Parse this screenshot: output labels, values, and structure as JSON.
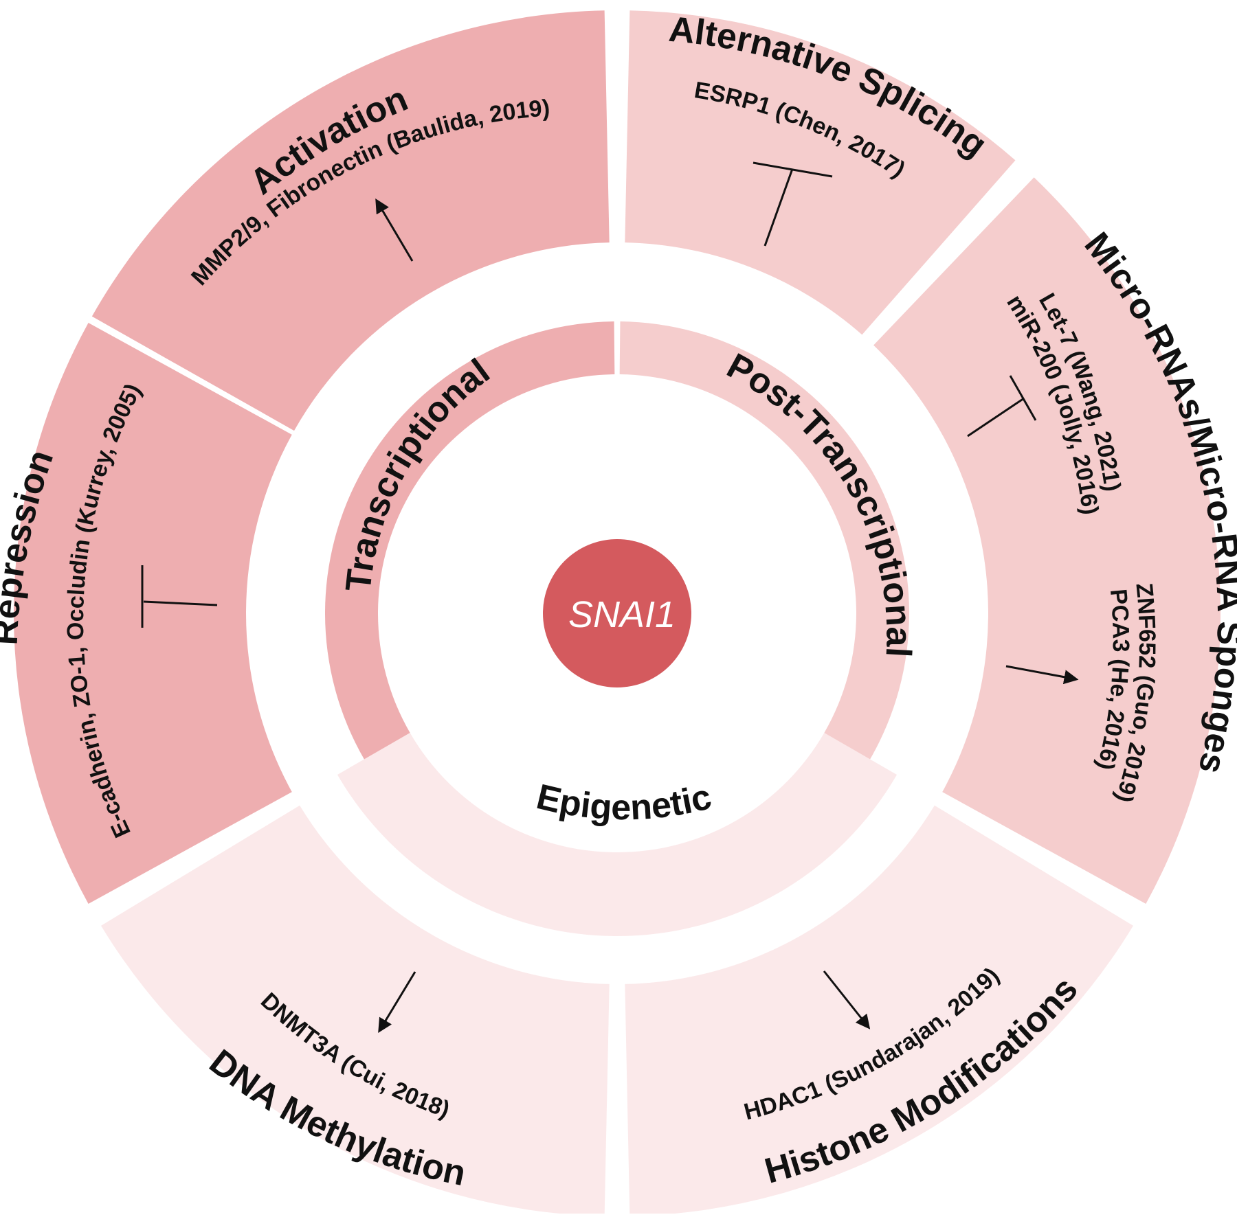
{
  "center": {
    "label": "SNAI1",
    "color": "#d45a5e"
  },
  "colors": {
    "strong": "#eeaeb0",
    "medium": "#f5cdcd",
    "light": "#fbe9ea",
    "ink": "#111111"
  },
  "inner_categories": [
    {
      "id": "transcriptional",
      "label": "Transcriptional",
      "shade": "strong"
    },
    {
      "id": "post-transcriptional",
      "label": "Post-Transcriptional",
      "shade": "medium"
    },
    {
      "id": "epigenetic",
      "label": "Epigenetic",
      "shade": "light"
    }
  ],
  "outer_segments": [
    {
      "id": "activation",
      "title": "Activation",
      "shade": "strong",
      "effect": "arrow",
      "refs": [
        "MMP2/9, Fibronectin (Baulida, 2019)"
      ]
    },
    {
      "id": "alternative-splicing",
      "title": "Alternative Splicing",
      "shade": "medium",
      "effect": "inhibit",
      "refs": [
        "ESRP1 (Chen, 2017)"
      ]
    },
    {
      "id": "micro-rnas",
      "title": "Micro-RNAs/Micro-RNA Sponges",
      "shade": "medium",
      "effect": "mixed",
      "refs": [
        "Let-7 (Wang, 2021)",
        "miR-200 (Jolly, 2016)",
        "ZNF652 (Guo, 2019)",
        "PCA3 (He, 2016)"
      ]
    },
    {
      "id": "histone-modifications",
      "title": "Histone Modifications",
      "shade": "light",
      "effect": "arrow",
      "refs": [
        "HDAC1 (Sundarajan, 2019)"
      ]
    },
    {
      "id": "dna-methylation",
      "title": "DNA Methylation",
      "shade": "light",
      "effect": "arrow",
      "refs": [
        "DNMT3A (Cui, 2018)"
      ]
    },
    {
      "id": "repression",
      "title": "Repression",
      "shade": "strong",
      "effect": "inhibit",
      "refs": [
        "E-cadherin, ZO-1, Occludin (Kurrey, 2005)"
      ]
    }
  ]
}
